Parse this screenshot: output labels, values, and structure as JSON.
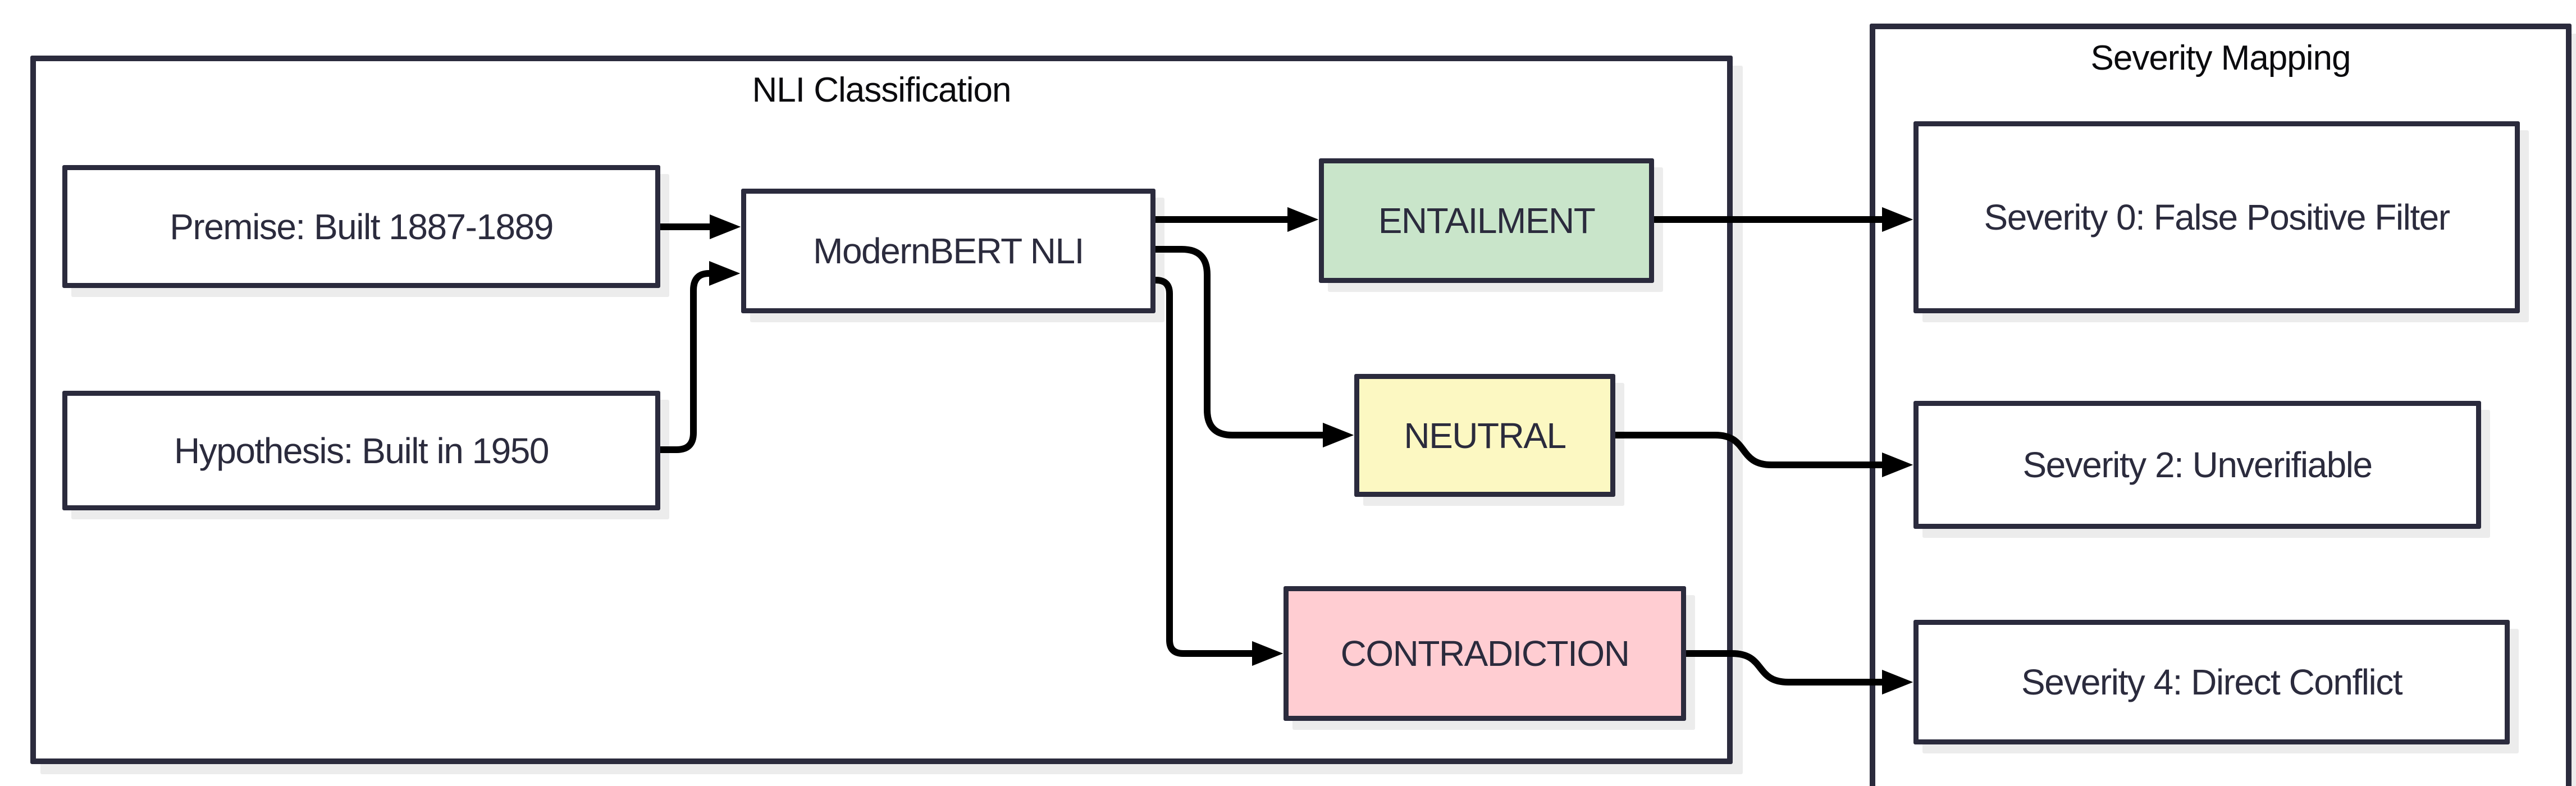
{
  "diagram": {
    "background": "#ffffff",
    "border_color": "#2b2b3d",
    "arrow_color": "#000000",
    "shadow_color": "#ececec",
    "containers": [
      {
        "id": "nli",
        "title": "NLI Classification"
      },
      {
        "id": "severity",
        "title": "Severity Mapping"
      }
    ],
    "nodes": [
      {
        "id": "premise",
        "label": "Premise: Built 1887-1889",
        "fill": "#ffffff"
      },
      {
        "id": "hypothesis",
        "label": "Hypothesis: Built in 1950",
        "fill": "#ffffff"
      },
      {
        "id": "modernbert",
        "label": "ModernBERT NLI",
        "fill": "#ffffff"
      },
      {
        "id": "entailment",
        "label": "ENTAILMENT",
        "fill": "#c9e5ca"
      },
      {
        "id": "neutral",
        "label": "NEUTRAL",
        "fill": "#fcf8c2"
      },
      {
        "id": "contradiction",
        "label": "CONTRADICTION",
        "fill": "#ffcdd2"
      },
      {
        "id": "severity0",
        "label": "Severity 0: False Positive Filter",
        "fill": "#ffffff"
      },
      {
        "id": "severity2",
        "label": "Severity 2: Unverifiable",
        "fill": "#ffffff"
      },
      {
        "id": "severity4",
        "label": "Severity 4: Direct Conflict",
        "fill": "#ffffff"
      }
    ],
    "edges": [
      {
        "from": "premise",
        "to": "modernbert"
      },
      {
        "from": "hypothesis",
        "to": "modernbert"
      },
      {
        "from": "modernbert",
        "to": "entailment"
      },
      {
        "from": "modernbert",
        "to": "neutral"
      },
      {
        "from": "modernbert",
        "to": "contradiction"
      },
      {
        "from": "entailment",
        "to": "severity0"
      },
      {
        "from": "neutral",
        "to": "severity2"
      },
      {
        "from": "contradiction",
        "to": "severity4"
      }
    ]
  }
}
